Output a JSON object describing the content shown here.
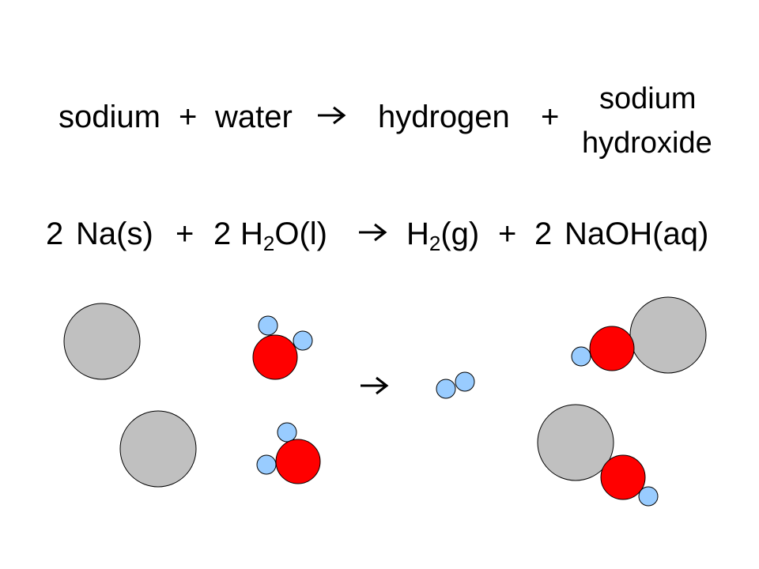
{
  "word_equation": {
    "reactant_1": "sodium",
    "plus_1": "+",
    "reactant_2": "water",
    "plus_2": "+",
    "product_1": "hydrogen",
    "product_2_line1": "sodium",
    "product_2_line2": "hydroxide"
  },
  "symbol_equation": {
    "coef_na": "2",
    "na": "Na(s)",
    "plus_1": "+",
    "coef_h2o": "2",
    "h2o_pre": "H",
    "h2o_sub": "2",
    "h2o_post": "O(l)",
    "h2_pre": "H",
    "h2_sub": "2",
    "h2_post": "(g)",
    "plus_2": "+",
    "coef_naoh": "2",
    "naoh": "NaOH(aq)"
  },
  "colors": {
    "sodium": "#c0c0c0",
    "oxygen": "#ff0000",
    "hydrogen": "#99ccff",
    "outline": "#000000"
  },
  "icons": {
    "arrow": "right-arrow-icon"
  }
}
